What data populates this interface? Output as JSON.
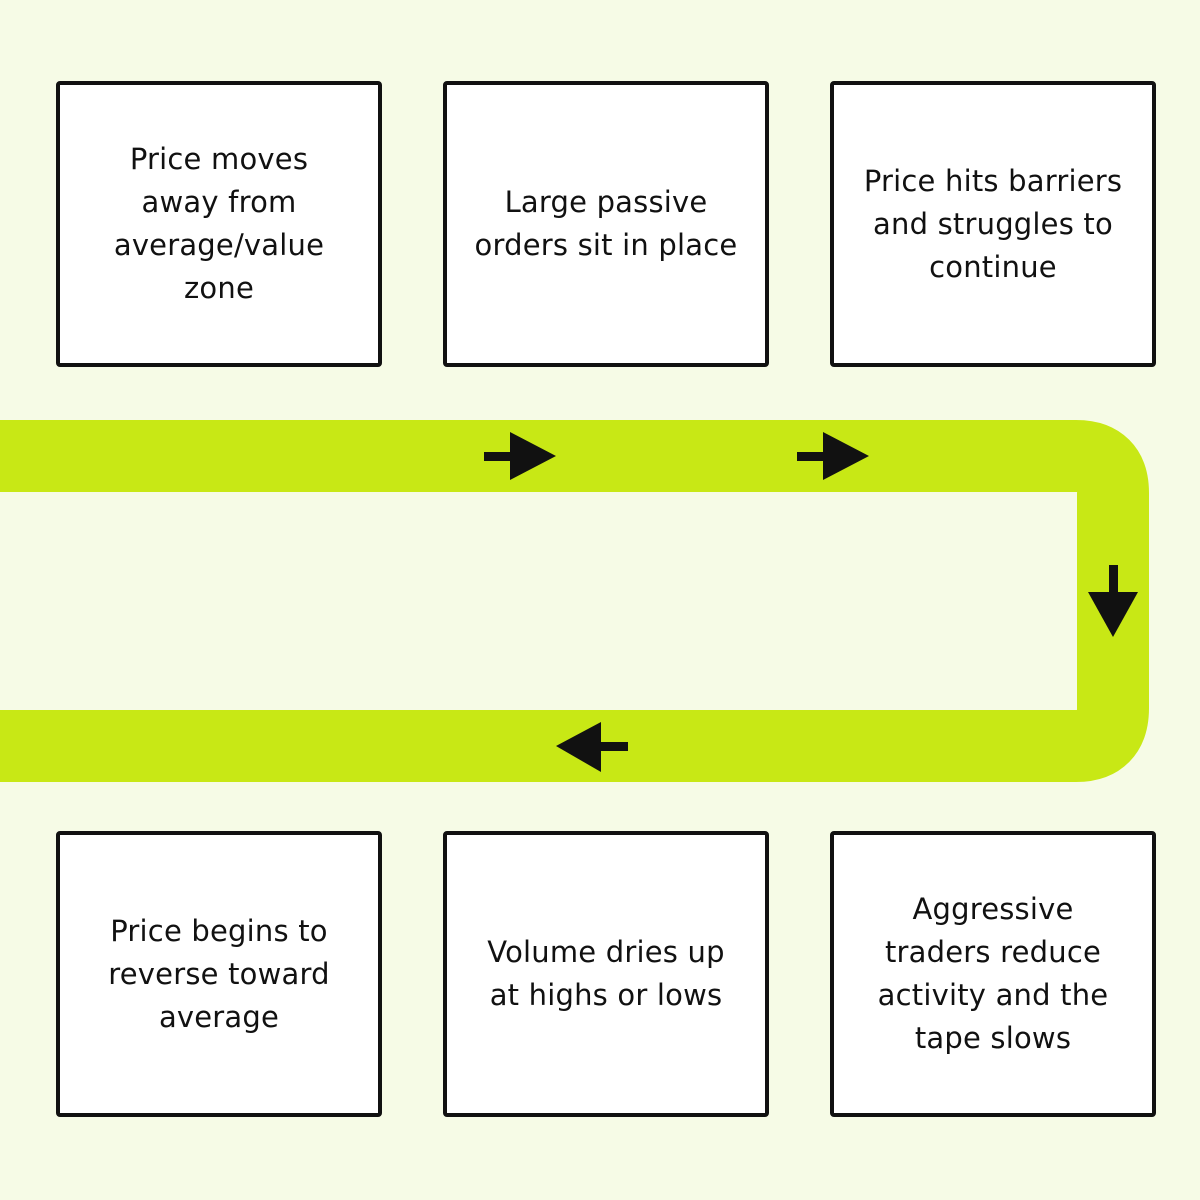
{
  "colors": {
    "background": "#f6fbe6",
    "path": "#c8e815",
    "box_fill": "#ffffff",
    "box_border": "#111111",
    "arrow": "#111111",
    "text": "#111111"
  },
  "steps": [
    {
      "text": "Price moves away from average/value zone"
    },
    {
      "text": "Large passive orders sit in place"
    },
    {
      "text": "Price hits barriers and struggles to continue"
    },
    {
      "text": "Aggressive traders reduce activity and the tape slows"
    },
    {
      "text": "Volume dries up at highs or lows"
    },
    {
      "text": "Price begins to reverse toward average"
    }
  ],
  "arrows": [
    "right-arrow-icon",
    "right-arrow-icon",
    "down-arrow-icon",
    "left-arrow-icon"
  ]
}
